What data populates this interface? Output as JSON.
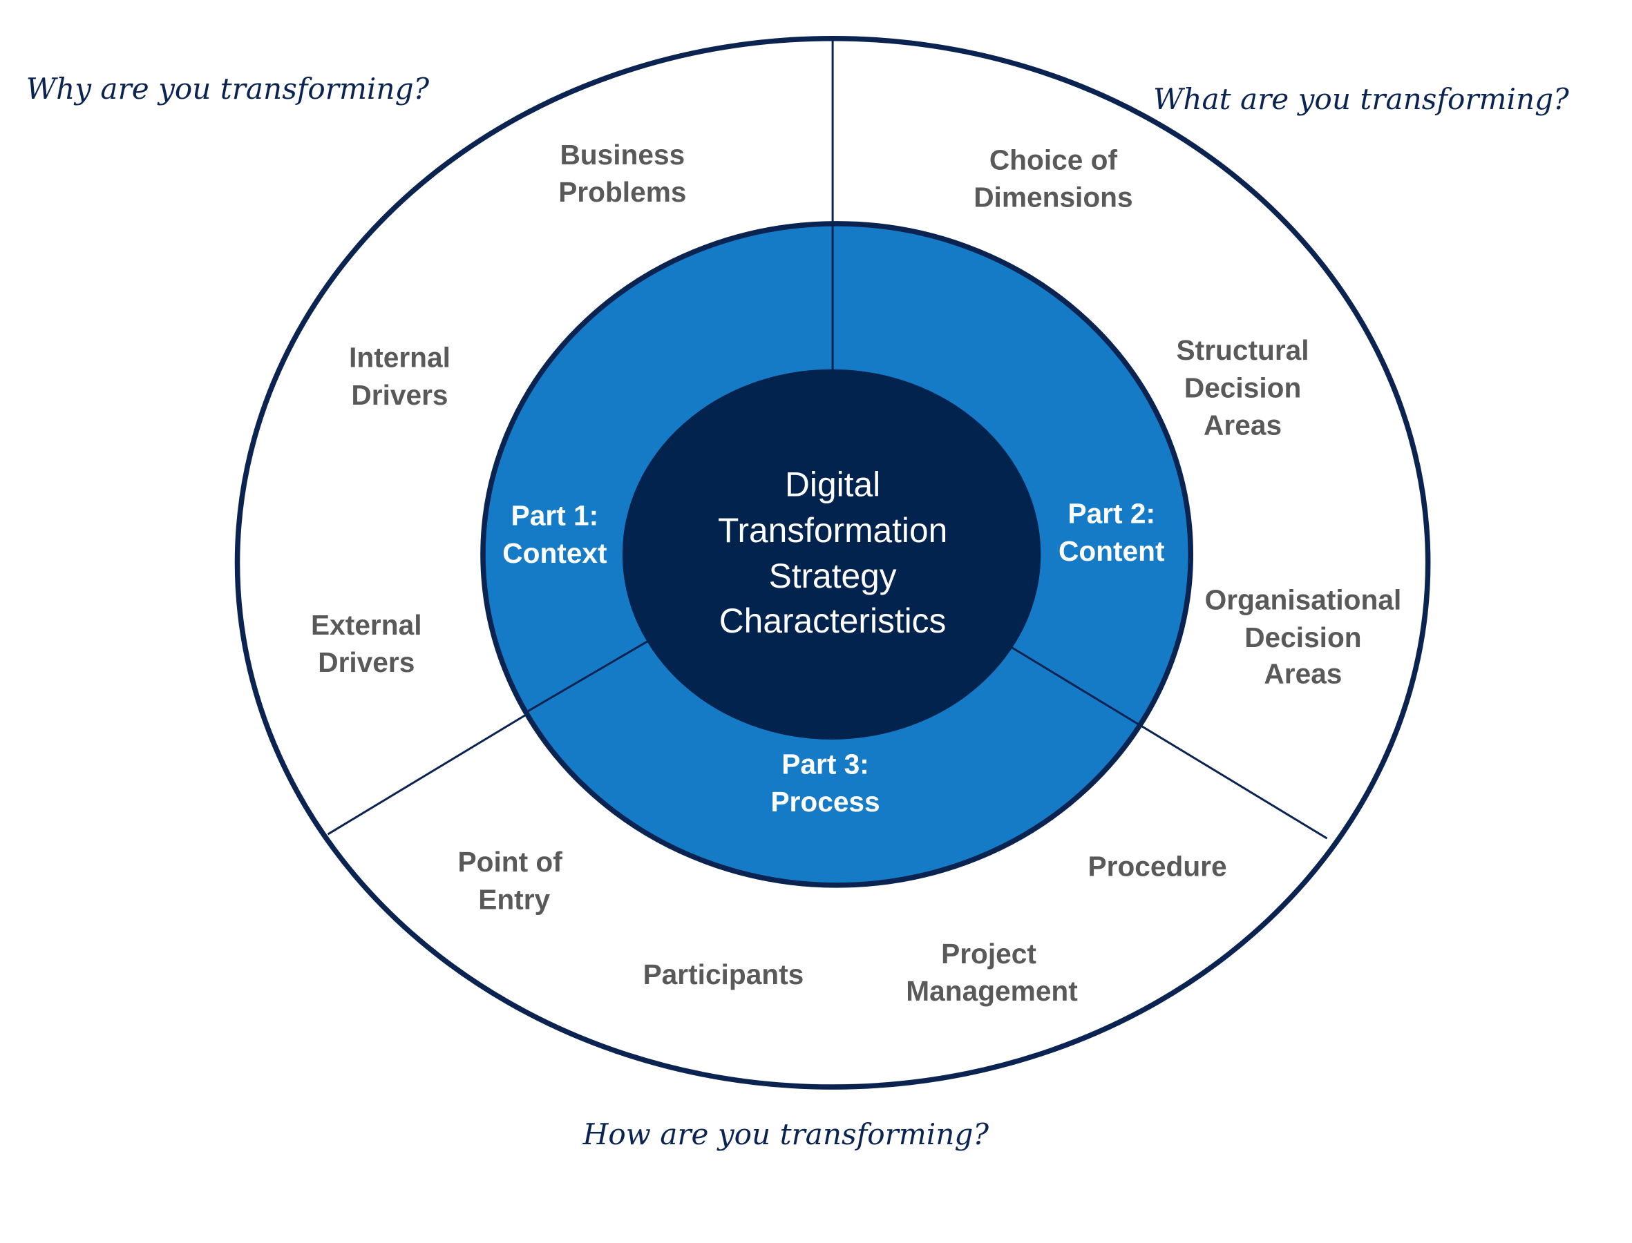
{
  "colors": {
    "outline": "#0a2350",
    "ring": "#167bc7",
    "core": "#03234f",
    "label": "#595959"
  },
  "questions": {
    "why": "Why are you transforming?",
    "what": "What are you transforming?",
    "how": "How  are you transforming?"
  },
  "core": [
    "Digital",
    "Transformation",
    "Strategy",
    "Characteristics"
  ],
  "parts": {
    "context": [
      "Part 1:",
      "Context"
    ],
    "content": [
      "Part 2:",
      "Content"
    ],
    "process": [
      "Part 3:",
      "Process"
    ]
  },
  "context_items": {
    "business_problems": [
      "Business",
      "Problems"
    ],
    "internal_drivers": [
      "Internal",
      "Drivers"
    ],
    "external_drivers": [
      "External",
      "Drivers"
    ]
  },
  "content_items": {
    "choice_of_dimensions": [
      "Choice of",
      "Dimensions"
    ],
    "structural_decision_areas": [
      "Structural",
      "Decision",
      "Areas"
    ],
    "organisational_decision_areas": [
      "Organisational",
      "Decision",
      "Areas"
    ]
  },
  "process_items": {
    "point_of_entry": [
      "Point of",
      "Entry"
    ],
    "participants": [
      "Participants"
    ],
    "project_management": [
      "Project",
      "Management"
    ],
    "procedure": [
      "Procedure"
    ]
  }
}
